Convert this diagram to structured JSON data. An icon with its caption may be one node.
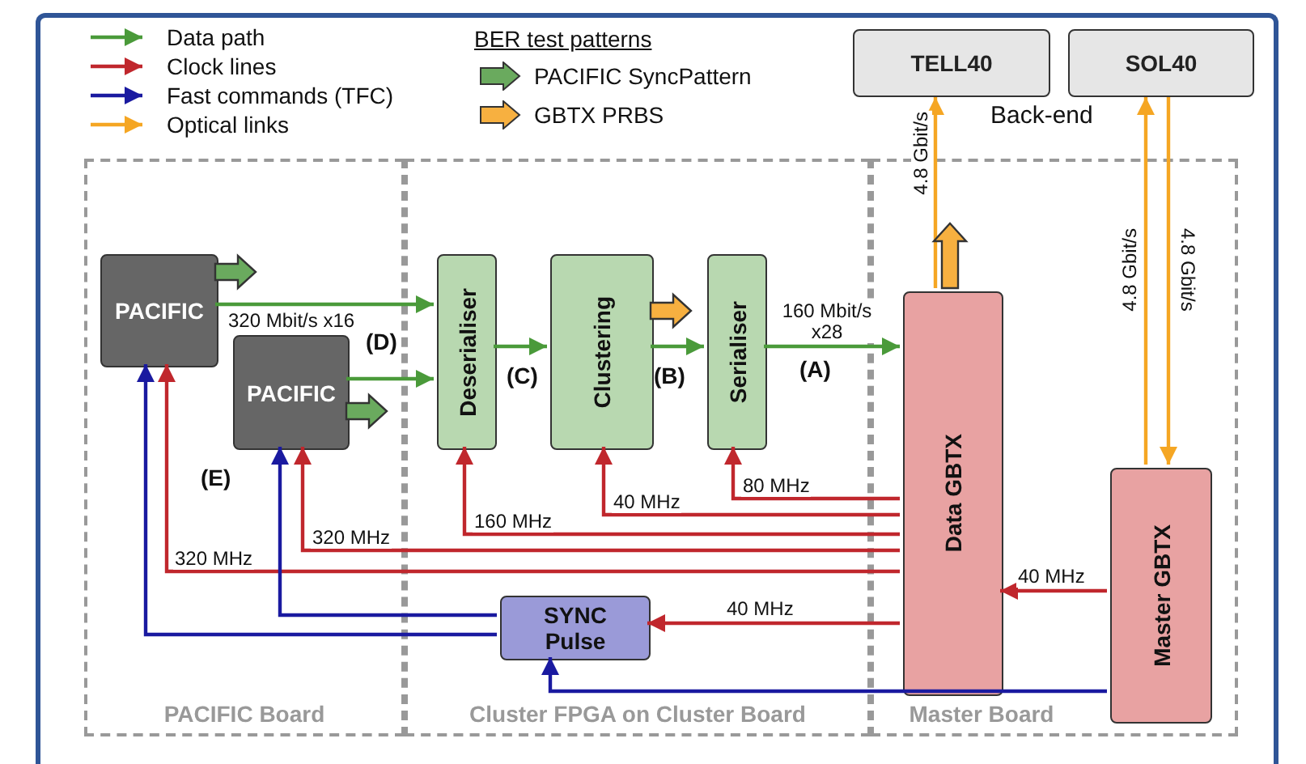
{
  "diagram": {
    "nodes": [
      {
        "text": [
          "PACIFIC Board"
        ]
      },
      {
        "text": [
          "Cluster FPGA on Cluster Board"
        ]
      },
      {
        "text": [
          "Master Board"
        ]
      },
      {
        "text": [
          "TELL40"
        ]
      },
      {
        "text": [
          "SOL40"
        ]
      },
      {
        "text": [
          "PACIFIC"
        ],
        "in": 0
      },
      {
        "text": [
          "PACIFIC"
        ],
        "in": 0
      },
      {
        "text": [
          "Deserialiser"
        ],
        "in": 1
      },
      {
        "text": [
          "Clustering"
        ],
        "in": 1
      },
      {
        "text": [
          "Serialiser"
        ],
        "in": 1
      },
      {
        "text": [
          "Data GBTX"
        ],
        "in": 2
      },
      {
        "text": [
          "Master GBTX"
        ],
        "in": 2
      },
      {
        "text": [
          "SYNC Pulse"
        ],
        "in": 1
      }
    ],
    "edges": [
      {
        "from": 5,
        "to": 7,
        "arrow": "to",
        "label": "320 Mbit/s x16",
        "color": "#4a9a3a"
      },
      {
        "from": 6,
        "to": 7,
        "arrow": "to",
        "color": "#4a9a3a"
      },
      {
        "from": 7,
        "to": 8,
        "arrow": "to",
        "color": "#4a9a3a"
      },
      {
        "from": 8,
        "to": 9,
        "arrow": "to",
        "color": "#4a9a3a"
      },
      {
        "from": 9,
        "to": 10,
        "arrow": "to",
        "label": "160 Mbit/s x28",
        "color": "#4a9a3a"
      },
      {
        "from": 10,
        "to": 3,
        "arrow": "to",
        "label": "4.8 Gbit/s",
        "color": "#f5a623"
      },
      {
        "from": 11,
        "to": 4,
        "arrow": "to",
        "label": "4.8 Gbit/s",
        "color": "#f5a623"
      },
      {
        "from": 4,
        "to": 11,
        "arrow": "to",
        "label": "4.8 Gbit/s",
        "color": "#f5a623"
      },
      {
        "from": 10,
        "to": 9,
        "arrow": "to",
        "label": "80 MHz"
      },
      {
        "from": 10,
        "to": 8,
        "arrow": "to",
        "label": "40 MHz"
      },
      {
        "from": 10,
        "to": 7,
        "arrow": "to",
        "label": "160 MHz"
      },
      {
        "from": 10,
        "to": 6,
        "arrow": "to",
        "label": "320 MHz"
      },
      {
        "from": 10,
        "to": 5,
        "arrow": "to",
        "label": "320 MHz"
      },
      {
        "from": 10,
        "to": 12,
        "arrow": "to",
        "label": "40 MHz"
      },
      {
        "from": 11,
        "to": 10,
        "arrow": "to",
        "label": "40 MHz"
      },
      {
        "from": 11,
        "to": 12,
        "arrow": "to",
        "color": "#1a1aa0"
      },
      {
        "from": 12,
        "to": 6,
        "arrow": "to",
        "color": "#1a1aa0"
      },
      {
        "from": 12,
        "to": 5,
        "arrow": "to",
        "color": "#1a1aa0"
      },
      {
        "from": 5,
        "to": null,
        "arrow": "to",
        "style": "thick",
        "color": "#6aaa5e"
      },
      {
        "from": 6,
        "to": null,
        "arrow": "to",
        "style": "thick",
        "color": "#6aaa5e"
      },
      {
        "from": 8,
        "to": null,
        "arrow": "to",
        "style": "thick",
        "color": "#f7b040"
      },
      {
        "from": 10,
        "to": null,
        "arrow": "to",
        "style": "thick",
        "color": "#f7b040"
      }
    ],
    "labels": [
      "BER test patterns",
      "Back-end",
      "(D)",
      "(C)",
      "(B)",
      "(A)",
      "(E)"
    ],
    "legend": [
      {
        "text": "Data path"
      },
      {
        "text": "Clock lines"
      },
      {
        "text": "Fast commands (TFC)"
      },
      {
        "text": "Optical links"
      },
      {
        "text": "PACIFIC SyncPattern"
      },
      {
        "text": "GBTX PRBS"
      }
    ]
  }
}
